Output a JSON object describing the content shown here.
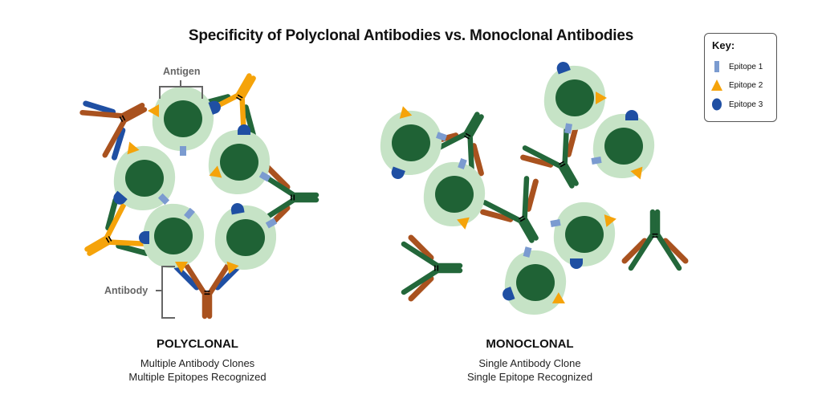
{
  "title": "Specificity of Polyclonal Antibodies vs. Monoclonal Antibodies",
  "key": {
    "title": "Key:",
    "items": [
      {
        "label": "Epitope 1",
        "shape": "rectangle",
        "color": "#7b9bd0"
      },
      {
        "label": "Epitope 2",
        "shape": "triangle",
        "color": "#f5a30a"
      },
      {
        "label": "Epitope 3",
        "shape": "semicircle",
        "color": "#1f4fa3"
      }
    ]
  },
  "callouts": {
    "antigen": "Antigen",
    "antibody": "Antibody"
  },
  "polyclonal": {
    "title": "POLYCLONAL",
    "line1": "Multiple Antibody Clones",
    "line2": "Multiple Epitopes Recognized"
  },
  "monoclonal": {
    "title": "MONOCLONAL",
    "line1": "Single Antibody Clone",
    "line2": "Single Epitope Recognized"
  },
  "colors": {
    "antigen_outer": "#c6e3c6",
    "antigen_core": "#1f6235",
    "antibody_green": "#23673a",
    "antibody_brown": "#a9521f",
    "antibody_orange": "#f5a30a",
    "antibody_blue": "#1f4fa3",
    "epitope1": "#7b9bd0",
    "epitope2": "#f5a30a",
    "epitope3": "#1f4fa3",
    "bracket": "#666666"
  }
}
